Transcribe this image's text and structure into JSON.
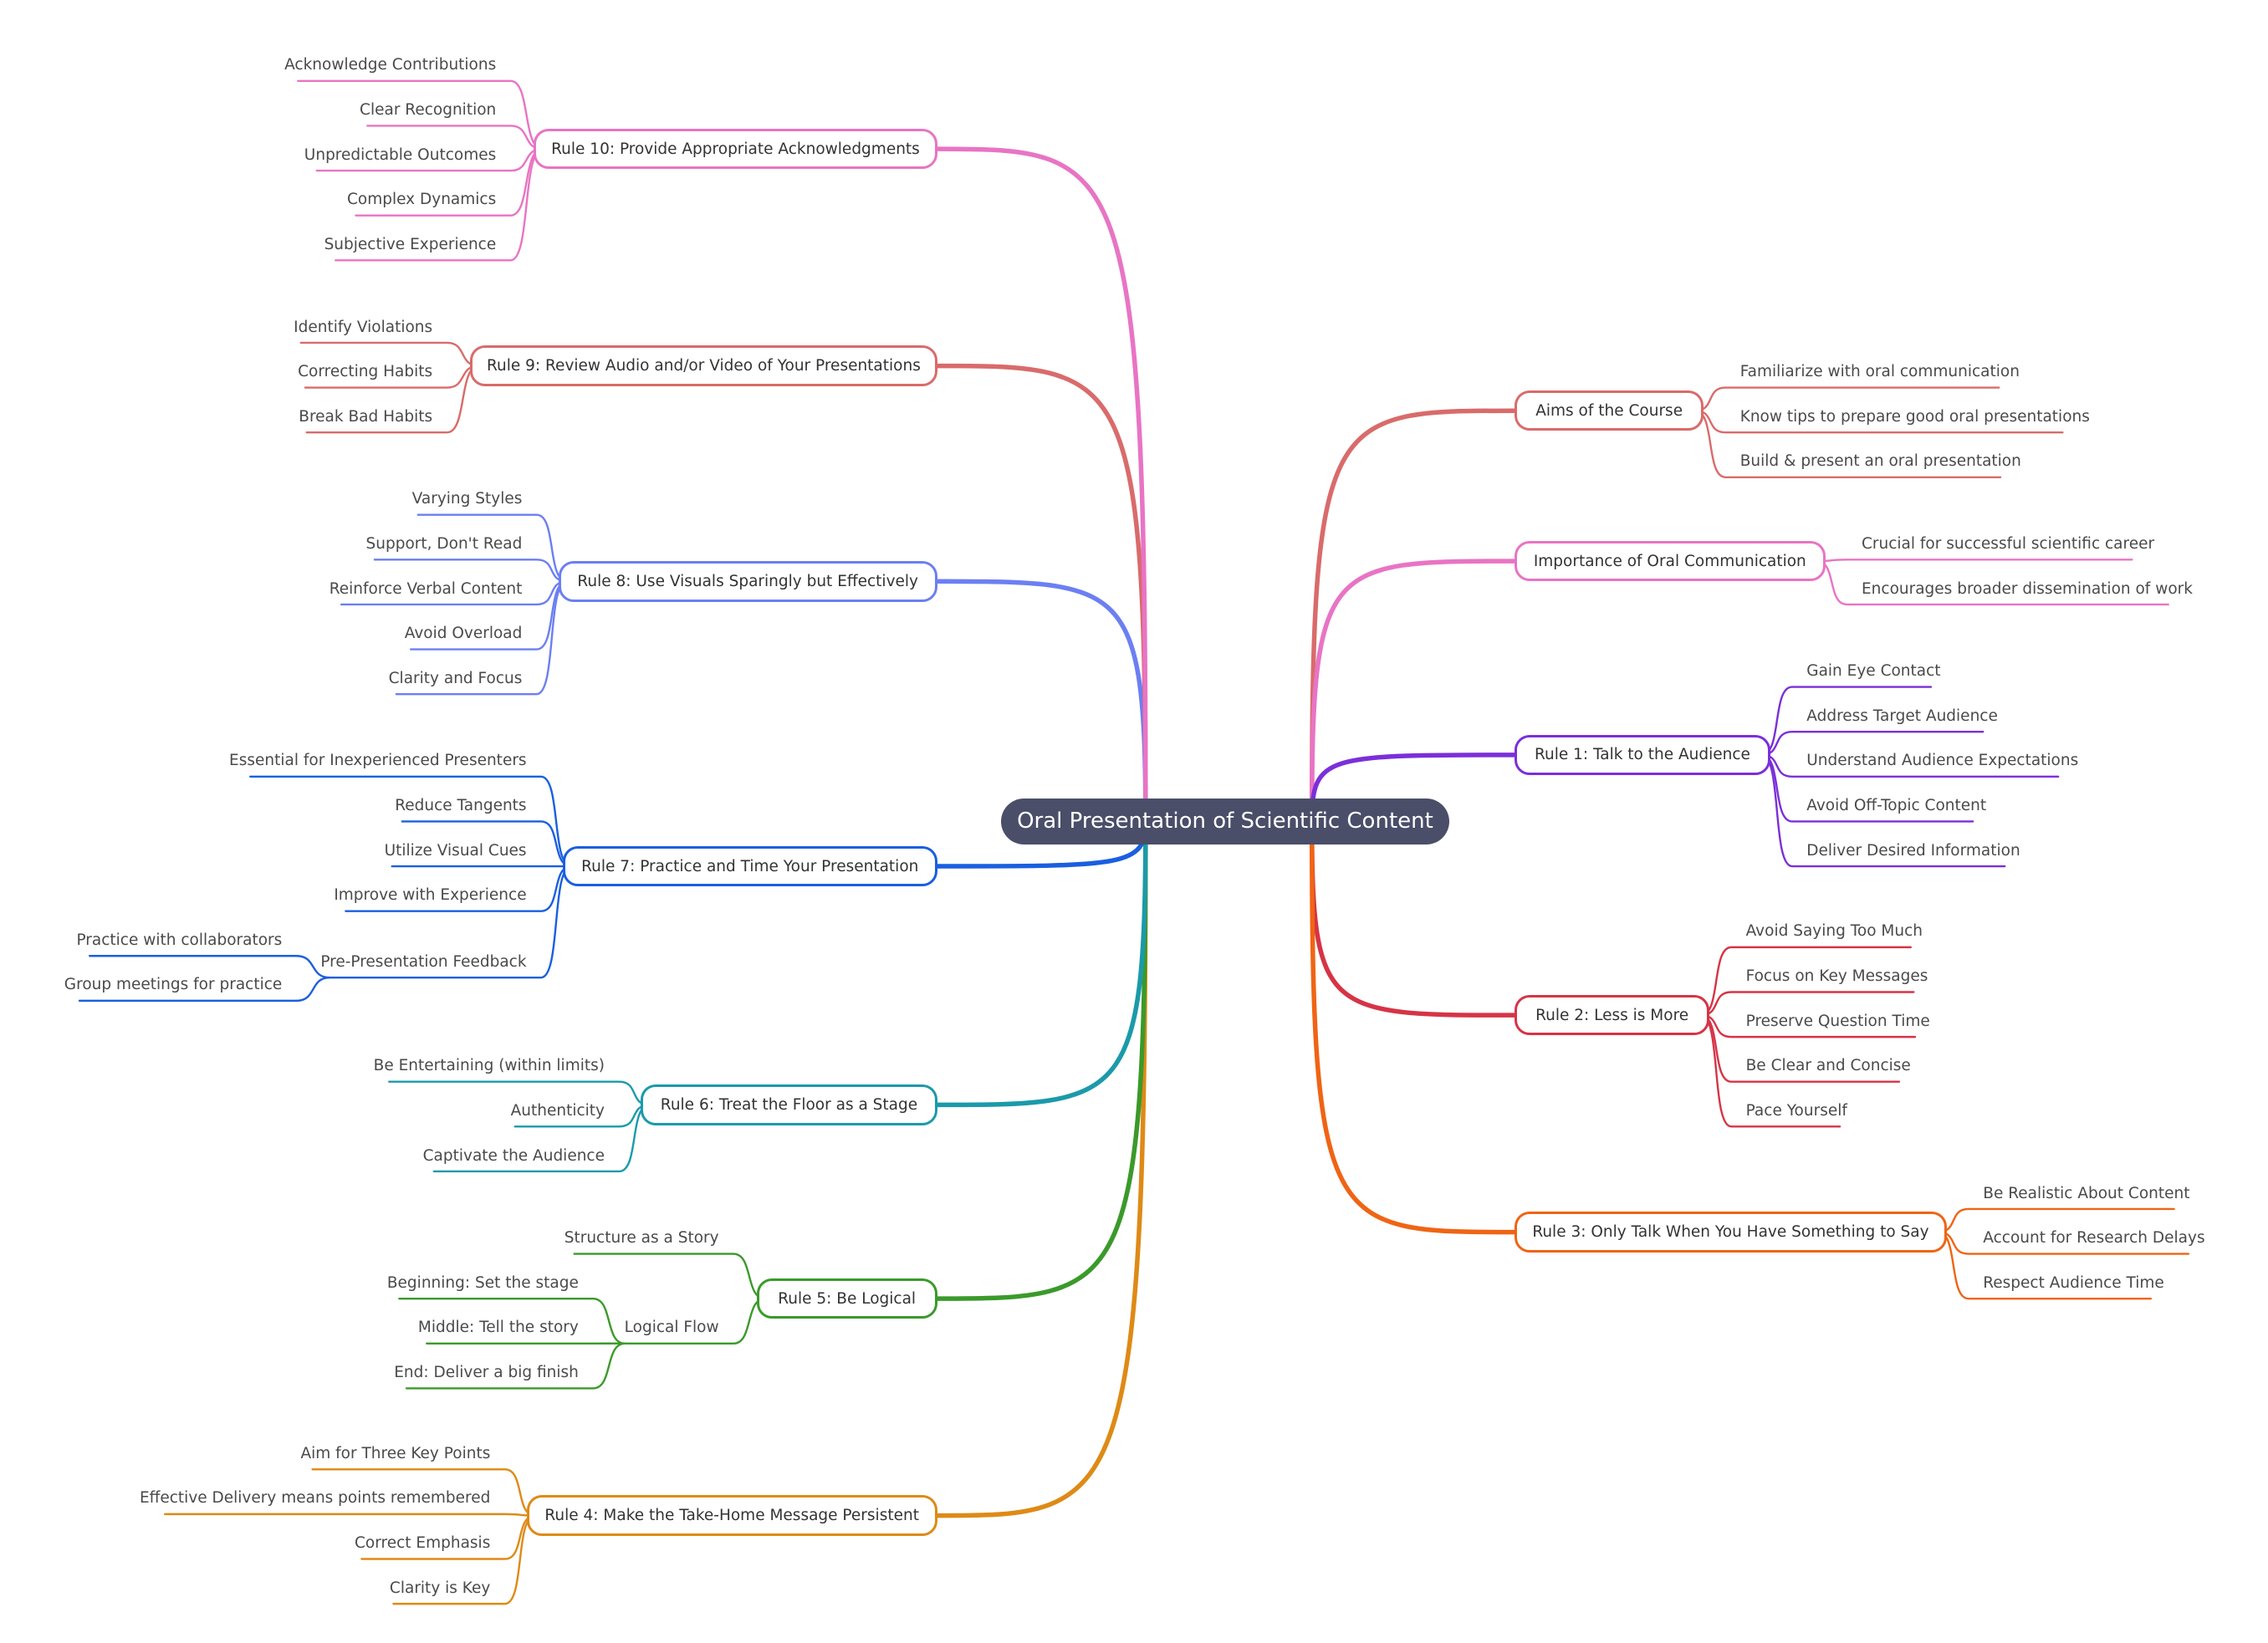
{
  "root": {
    "label": "Oral Presentation of Scientific Content",
    "color": "#4a4e69"
  },
  "branches": [
    {
      "label": "Aims of the Course",
      "color": "#d96b6b",
      "children": [
        "Familiarize with oral communication",
        "Know tips to prepare good oral presentations",
        "Build & present an oral presentation"
      ]
    },
    {
      "label": "Importance of Oral Communication",
      "color": "#e874c4",
      "children": [
        "Crucial for successful scientific career",
        "Encourages broader dissemination of work"
      ]
    },
    {
      "label": "Rule 1: Talk to the Audience",
      "color": "#7b2fd9",
      "children": [
        "Gain Eye Contact",
        "Address Target Audience",
        "Understand Audience Expectations",
        "Avoid Off-Topic Content",
        "Deliver Desired Information"
      ]
    },
    {
      "label": "Rule 2: Less is More",
      "color": "#d63446",
      "children": [
        "Avoid Saying Too Much",
        "Focus on Key Messages",
        "Preserve Question Time",
        "Be Clear and Concise",
        "Pace Yourself"
      ]
    },
    {
      "label": "Rule 3: Only Talk When You Have Something to Say",
      "color": "#f06414",
      "children": [
        "Be Realistic About Content",
        "Account for Research Delays",
        "Respect Audience Time"
      ]
    },
    {
      "label": "Rule 4: Make the Take-Home Message Persistent",
      "color": "#de8a16",
      "children": [
        "Aim for Three Key Points",
        "Effective Delivery means points remembered",
        "Correct Emphasis",
        "Clarity is Key"
      ]
    },
    {
      "label": "Rule 5: Be Logical",
      "color": "#3a9a2a",
      "children": [
        "Structure as a Story"
      ],
      "sub": {
        "label": "Logical Flow",
        "children": [
          "Beginning: Set the stage",
          "Middle: Tell the story",
          "End: Deliver a big finish"
        ]
      }
    },
    {
      "label": "Rule 6: Treat the Floor as a Stage",
      "color": "#1b9aaa",
      "children": [
        "Be Entertaining (within limits)",
        "Authenticity",
        "Captivate the Audience"
      ]
    },
    {
      "label": "Rule 7: Practice and Time Your Presentation",
      "color": "#1a5fe0",
      "children": [
        "Essential for Inexperienced Presenters",
        "Reduce Tangents",
        "Utilize Visual Cues",
        "Improve with Experience"
      ],
      "sub": {
        "label": "Pre-Presentation Feedback",
        "children": [
          "Practice with collaborators",
          "Group meetings for practice"
        ]
      }
    },
    {
      "label": "Rule 8: Use Visuals Sparingly but Effectively",
      "color": "#6c7ff2",
      "children": [
        "Varying Styles",
        "Support, Don't Read",
        "Reinforce Verbal Content",
        "Avoid Overload",
        "Clarity and Focus"
      ]
    },
    {
      "label": "Rule 9: Review Audio and/or Video of Your Presentations",
      "color": "#d96b6b",
      "children": [
        "Identify Violations",
        "Correcting Habits",
        "Break Bad Habits"
      ]
    },
    {
      "label": "Rule 10: Provide Appropriate Acknowledgments",
      "color": "#e874c4",
      "children": [
        "Acknowledge Contributions",
        "Clear Recognition",
        "Unpredictable Outcomes",
        "Complex Dynamics",
        "Subjective Experience"
      ]
    }
  ]
}
